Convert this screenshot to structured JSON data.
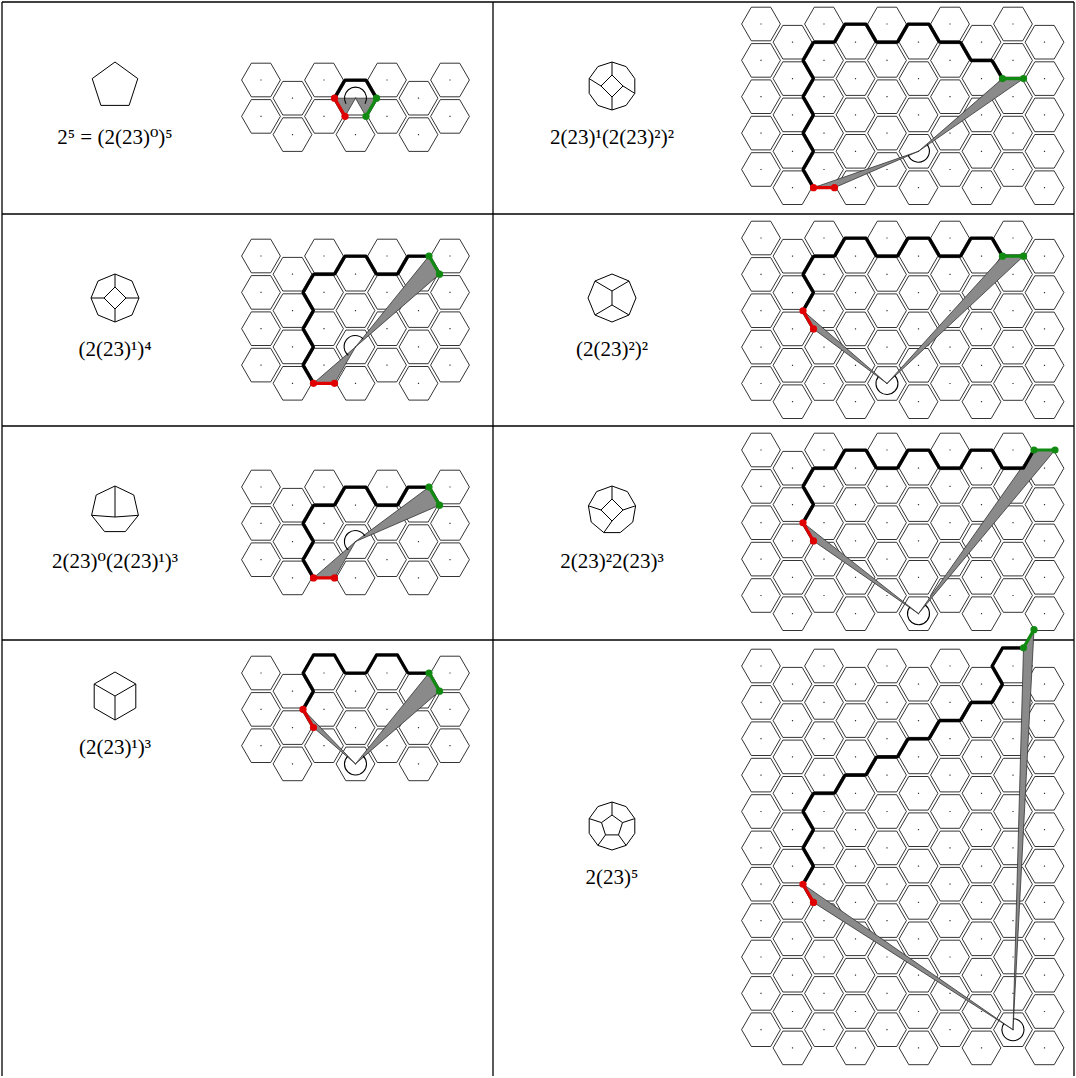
{
  "diagram": {
    "labels": [
      "2⁵ = (2(23)⁰)⁵",
      "2(23)¹(2(23)²)²",
      "(2(23)¹)⁴",
      "(2(23)²)²",
      "2(23)⁰(2(23)¹)³",
      "2(23)²2(23)³",
      "(2(23)¹)³",
      "2(23)⁵"
    ]
  }
}
